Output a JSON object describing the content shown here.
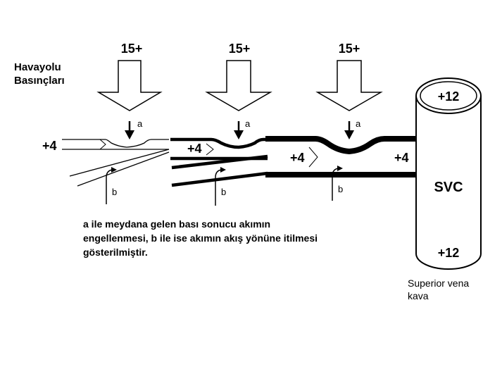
{
  "title_lines": [
    "Havayolu",
    "Basınçları"
  ],
  "airway_pressure_labels": [
    "15+",
    "15+",
    "15+"
  ],
  "compression_labels": [
    "a",
    "a",
    "a"
  ],
  "push_labels": [
    "b",
    "b",
    "b"
  ],
  "vessel_pressure_labels": [
    "+4",
    "+4",
    "+4",
    "+4"
  ],
  "svc": {
    "top_pressure": "+12",
    "name": "SVC",
    "bottom_pressure": "+12",
    "caption_lines": [
      "Superior vena",
      "kava"
    ]
  },
  "caption_lines": [
    "a ile meydana gelen bası sonucu akımın",
    "engellenmesi, b ile ise akımın akış yönüne itilmesi",
    "gösterilmiştir."
  ]
}
